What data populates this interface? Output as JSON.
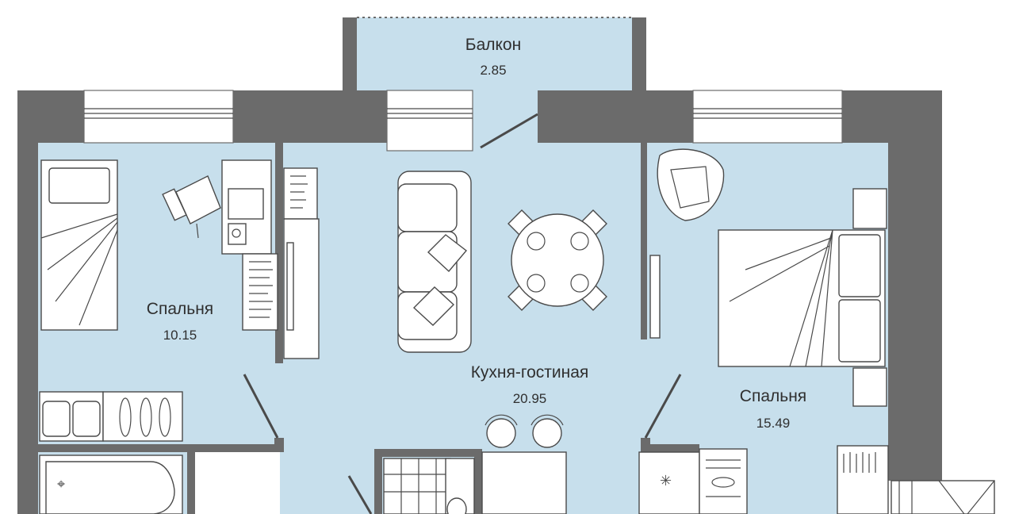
{
  "rooms": {
    "balcony": {
      "label": "Балкон",
      "area": "2.85"
    },
    "bedroom_small": {
      "label": "Спальня",
      "area": "10.15"
    },
    "kitchen_living": {
      "label": "Кухня-гостиная",
      "area": "20.95"
    },
    "bedroom_large": {
      "label": "Спальня",
      "area": "15.49"
    }
  },
  "colors": {
    "floor": "#c7dfec",
    "wall": "#6b6b6b",
    "furniture_stroke": "#4a4a4a",
    "furniture_fill": "#ffffff",
    "text": "#2f2f2f"
  }
}
